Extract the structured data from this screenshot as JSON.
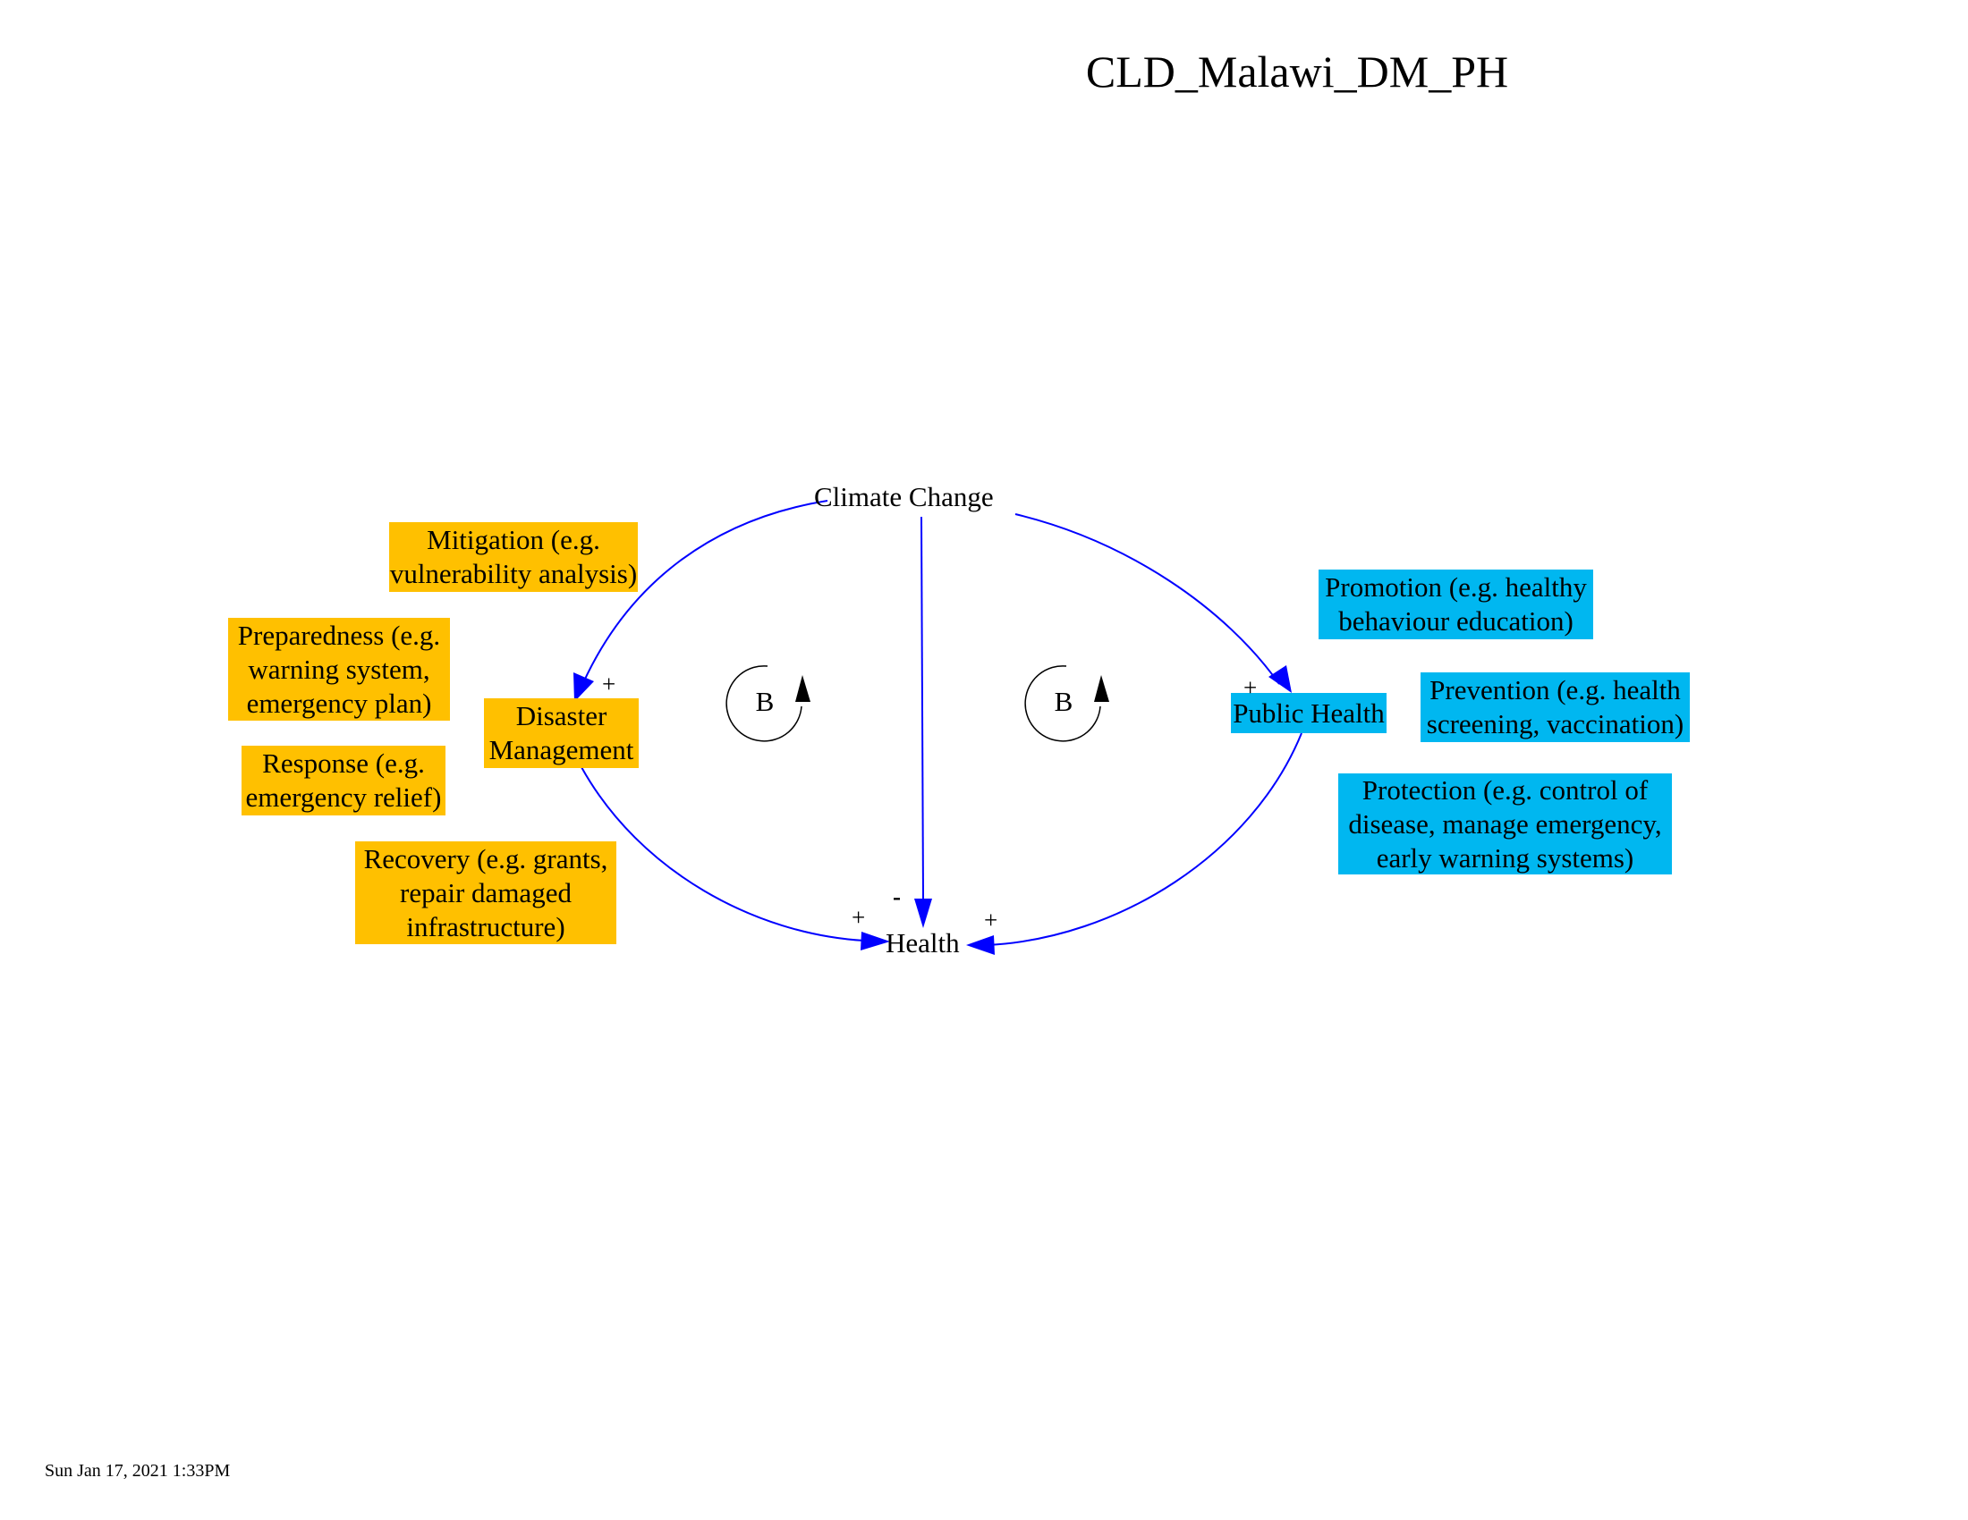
{
  "title": "CLD_Malawi_DM_PH",
  "footer": {
    "timestamp": "Sun Jan 17, 2021 1:33PM"
  },
  "colors": {
    "link": "#0000FF",
    "disaster_box": "#FFC000",
    "health_box": "#00B7F0",
    "loop_marker": "#000000"
  },
  "variables": {
    "climate_change": "Climate Change",
    "disaster_management": [
      "Disaster",
      "Management"
    ],
    "public_health": "Public Health",
    "health": "Health"
  },
  "disaster_annotations": {
    "mitigation": [
      "Mitigation (e.g.",
      "vulnerability analysis)"
    ],
    "preparedness": [
      "Preparedness (e.g.",
      "warning system,",
      "emergency plan)"
    ],
    "response": [
      "Response (e.g.",
      "emergency relief)"
    ],
    "recovery": [
      "Recovery (e.g. grants,",
      "repair damaged",
      "infrastructure)"
    ]
  },
  "health_annotations": {
    "promotion": [
      "Promotion (e.g. healthy",
      "behaviour education)"
    ],
    "prevention": [
      "Prevention (e.g. health",
      "screening, vaccination)"
    ],
    "protection": [
      "Protection (e.g. control of",
      "disease, manage emergency,",
      "early warning systems)"
    ]
  },
  "links": [
    {
      "from": "Climate Change",
      "to": "Disaster Management",
      "polarity": "+"
    },
    {
      "from": "Climate Change",
      "to": "Public Health",
      "polarity": "+"
    },
    {
      "from": "Climate Change",
      "to": "Health",
      "polarity": "-"
    },
    {
      "from": "Disaster Management",
      "to": "Health",
      "polarity": "+"
    },
    {
      "from": "Public Health",
      "to": "Health",
      "polarity": "+"
    }
  ],
  "loops": [
    {
      "label": "B",
      "type": "balancing"
    },
    {
      "label": "B",
      "type": "balancing"
    }
  ]
}
